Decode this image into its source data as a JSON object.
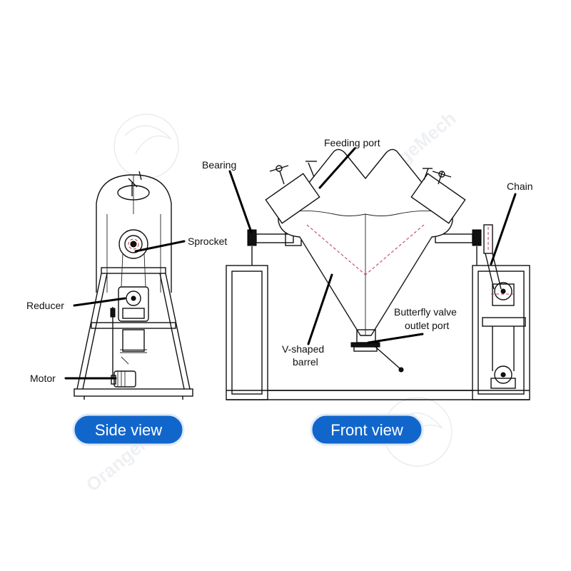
{
  "labels": {
    "feeding_port": "Feeding port",
    "bearing": "Bearing",
    "chain": "Chain",
    "sprocket": "Sprocket",
    "reducer": "Reducer",
    "motor": "Motor",
    "butterfly_valve_line1": "Butterfly valve",
    "butterfly_valve_line2": "outlet port",
    "v_barrel_line1": "V-shaped",
    "v_barrel_line2": "barrel"
  },
  "views": {
    "side": "Side view",
    "front": "Front view"
  },
  "watermark": "OrangeMech",
  "colors": {
    "pill": "#1166cc",
    "line": "#111111",
    "accent_dash": "#c4304a",
    "watermark": "#e9ecf0"
  }
}
